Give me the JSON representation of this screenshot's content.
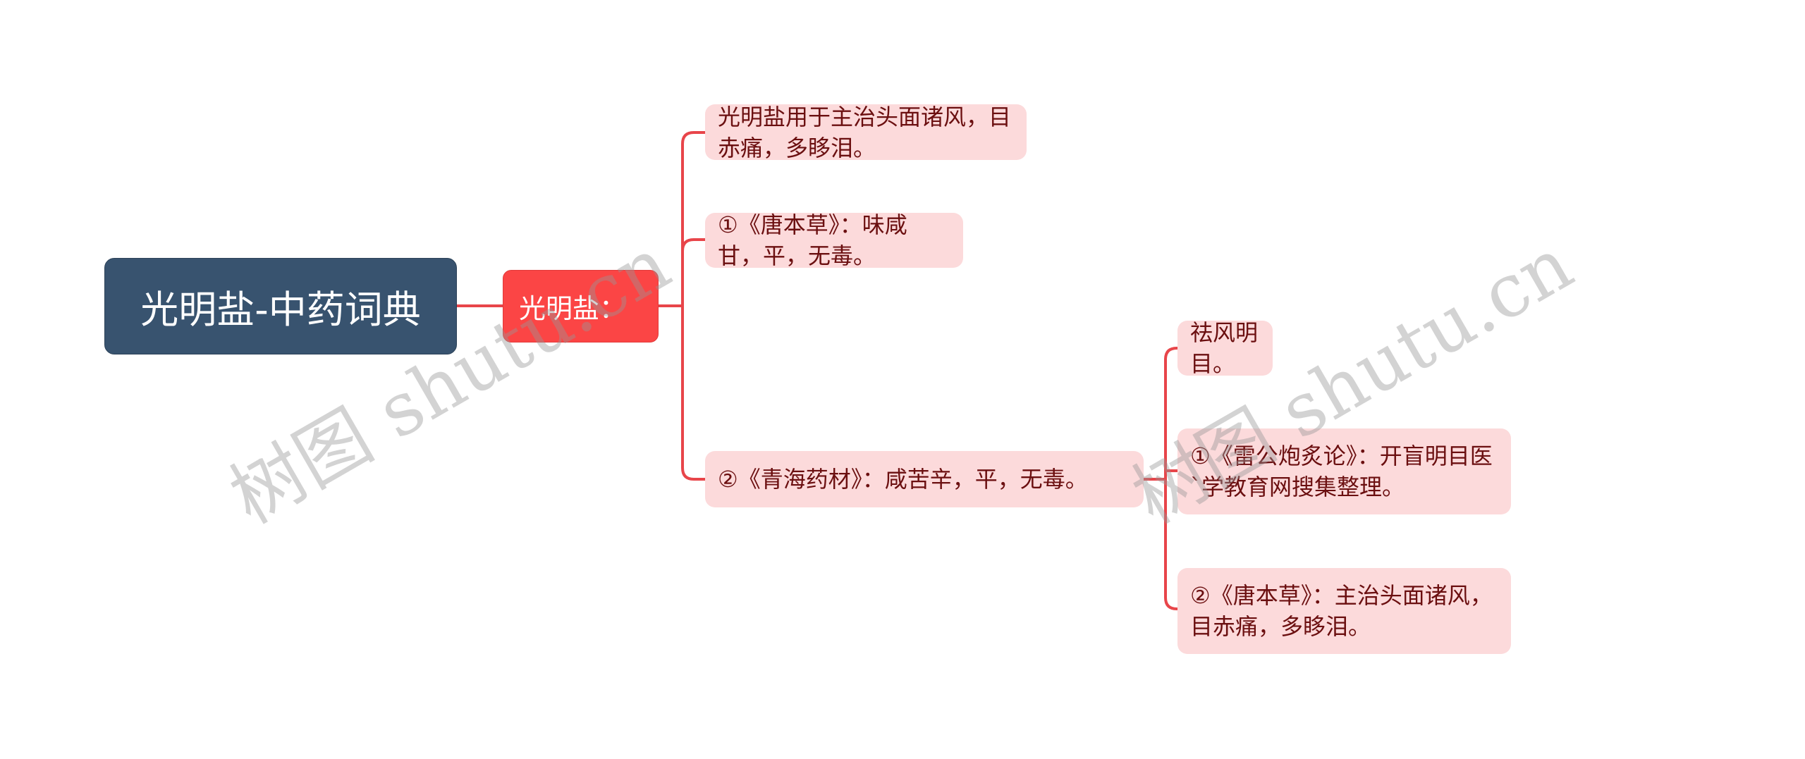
{
  "mindmap": {
    "root": {
      "label": "光明盐-中药词典"
    },
    "branch": {
      "label": "光明盐："
    },
    "children": [
      {
        "label": "光明盐用于主治头面诸风，目赤痛，多眵泪。"
      },
      {
        "label": "①《唐本草》：味咸甘，平，无毒。"
      },
      {
        "label": "②《青海药材》：咸苦辛，平，无毒。"
      }
    ],
    "grandchildren": [
      {
        "label": "祛风明目。"
      },
      {
        "label": "①《雷公炮炙论》：开盲明目医`学教育网搜集整理。"
      },
      {
        "label": "②《唐本草》：主治头面诸风，目赤痛，多眵泪。"
      }
    ]
  },
  "watermarks": [
    {
      "text": "树图 shutu.cn"
    },
    {
      "text": "树图 shutu.cn"
    }
  ],
  "colors": {
    "root_bg": "#38536f",
    "branch_bg": "#fb4545",
    "leaf_bg": "#fcdadb",
    "leaf_text": "#6b0f10",
    "connector": "#e8454a"
  }
}
